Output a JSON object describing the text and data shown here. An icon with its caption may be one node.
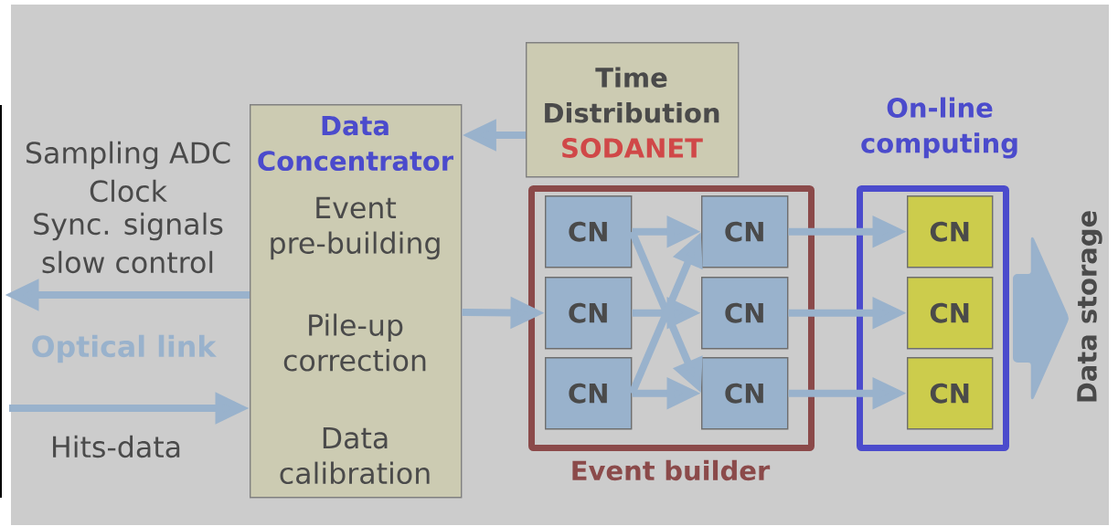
{
  "diagram": {
    "nodes": [
      {
        "text": [
          "Data Concentrator",
          "Event pre-building",
          "Pile-up correction",
          "Data calibration"
        ]
      },
      {
        "text": [
          "Time Distribution",
          "SODANET"
        ]
      },
      {
        "text": [
          "Event builder"
        ]
      },
      {
        "text": [
          "CN"
        ],
        "in": 2
      },
      {
        "text": [
          "CN"
        ],
        "in": 2
      },
      {
        "text": [
          "CN"
        ],
        "in": 2
      },
      {
        "text": [
          "CN"
        ],
        "in": 2
      },
      {
        "text": [
          "CN"
        ],
        "in": 2
      },
      {
        "text": [
          "CN"
        ],
        "in": 2
      },
      {
        "text": [
          "On-line computing"
        ]
      },
      {
        "text": [
          "CN"
        ],
        "in": 9
      },
      {
        "text": [
          "CN"
        ],
        "in": 9
      },
      {
        "text": [
          "CN"
        ],
        "in": 9
      },
      {
        "text": [
          "Data storage"
        ]
      }
    ],
    "edges": [
      {
        "from": 0,
        "to": null,
        "arrow": "to"
      },
      {
        "from": null,
        "to": 0,
        "arrow": "to"
      },
      {
        "from": 1,
        "to": 0,
        "arrow": "to"
      },
      {
        "from": 0,
        "to": 5,
        "arrow": "to"
      },
      {
        "from": 3,
        "to": 4,
        "arrow": "to"
      },
      {
        "from": 3,
        "to": 8,
        "arrow": "to"
      },
      {
        "from": 5,
        "to": 6,
        "arrow": "to"
      },
      {
        "from": 7,
        "to": 8,
        "arrow": "to"
      },
      {
        "from": 7,
        "to": 4,
        "arrow": "to"
      },
      {
        "from": 4,
        "to": 10,
        "arrow": "to"
      },
      {
        "from": 6,
        "to": 11,
        "arrow": "to"
      },
      {
        "from": 8,
        "to": 12,
        "arrow": "to"
      },
      {
        "from": 9,
        "to": 13,
        "arrow": "to",
        "style": "thick"
      }
    ],
    "labels": [
      "Sampling ADC",
      "Clock",
      "Sync. signals",
      "slow control",
      "Optical link",
      "Hits-data"
    ]
  }
}
